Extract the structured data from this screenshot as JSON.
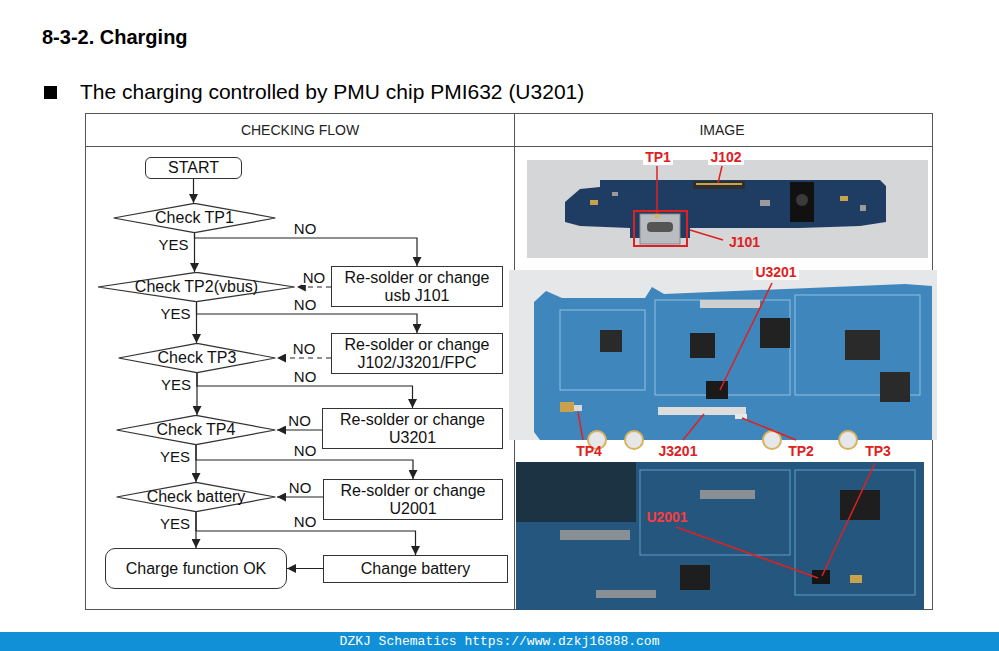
{
  "diagram": {
    "title": "8-3-2. Charging",
    "nodes": [
      {
        "text": [
          "START"
        ]
      },
      {
        "text": [
          "Check TP1"
        ]
      },
      {
        "text": [
          "Check TP2(vbus)"
        ]
      },
      {
        "text": [
          "Re-solder or change usb J101"
        ]
      },
      {
        "text": [
          "Check TP3"
        ]
      },
      {
        "text": [
          "Re-solder or change J102/J3201/FPC"
        ]
      },
      {
        "text": [
          "Check TP4"
        ]
      },
      {
        "text": [
          "Re-solder or change U3201"
        ]
      },
      {
        "text": [
          "Check battery"
        ]
      },
      {
        "text": [
          "Re-solder or change U2001"
        ]
      },
      {
        "text": [
          "Charge function OK"
        ]
      },
      {
        "text": [
          "Change battery"
        ]
      }
    ],
    "edges": [
      {
        "from": 0,
        "to": 1,
        "arrow": "to"
      },
      {
        "from": 1,
        "to": 2,
        "arrow": "to",
        "label": "YES"
      },
      {
        "from": 1,
        "to": 3,
        "arrow": "to",
        "label": "NO"
      },
      {
        "from": 3,
        "to": 2,
        "arrow": "to",
        "label": "NO"
      },
      {
        "from": 2,
        "to": 4,
        "arrow": "to",
        "label": "YES"
      },
      {
        "from": 2,
        "to": 5,
        "arrow": "to",
        "label": "NO"
      },
      {
        "from": 5,
        "to": 4,
        "arrow": "to",
        "label": "NO"
      },
      {
        "from": 4,
        "to": 6,
        "arrow": "to",
        "label": "YES"
      },
      {
        "from": 4,
        "to": 7,
        "arrow": "to",
        "label": "NO"
      },
      {
        "from": 7,
        "to": 6,
        "arrow": "to",
        "label": "NO"
      },
      {
        "from": 6,
        "to": 8,
        "arrow": "to",
        "label": "YES"
      },
      {
        "from": 6,
        "to": 9,
        "arrow": "to",
        "label": "NO"
      },
      {
        "from": 9,
        "to": 8,
        "arrow": "to",
        "label": "NO"
      },
      {
        "from": 8,
        "to": 10,
        "arrow": "to",
        "label": "YES"
      },
      {
        "from": 8,
        "to": 11,
        "arrow": "to",
        "label": "NO"
      },
      {
        "from": 11,
        "to": 10,
        "arrow": "to"
      }
    ],
    "labels": [
      "The charging controlled by PMU chip PMI632 (U3201)",
      "CHECKING FLOW",
      "IMAGE",
      "TP1",
      "J102",
      "J101",
      "U3201",
      "TP4",
      "J3201",
      "TP2",
      "TP3",
      "U2001",
      "DZKJ Schematics https://www.dzkj16888.com"
    ]
  }
}
